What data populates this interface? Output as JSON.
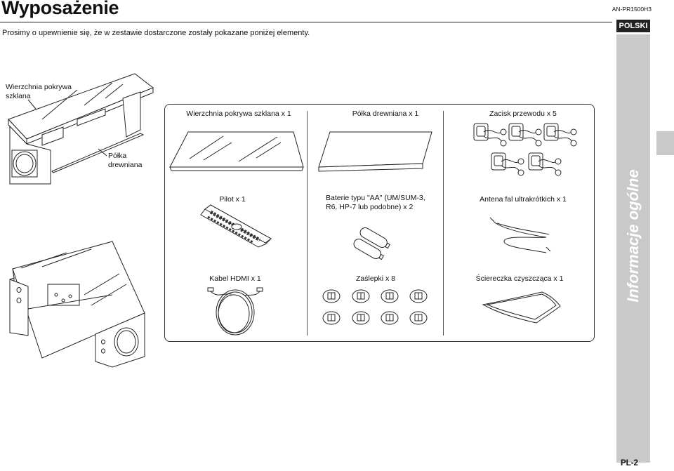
{
  "page": {
    "title": "Wyposażenie",
    "model": "AN-PR1500H3",
    "language_tab": "POLSKI",
    "intro": "Prosimy o upewnienie się, że w zestawie dostarczone zostały pokazane poniżej elementy.",
    "side_label": "Informacje ogólne",
    "page_number": "PL-2"
  },
  "callouts": {
    "glass_top": "Wierzchnia pokrywa szklana",
    "wood_shelf": "Półka drewniana"
  },
  "items": [
    {
      "label": "Wierzchnia pokrywa szklana x 1"
    },
    {
      "label": "Półka drewniana  x 1"
    },
    {
      "label": "Zacisk przewodu x 5"
    },
    {
      "label": "Pilot x 1"
    },
    {
      "label": "Baterie typu \"AA\" (UM/SUM-3, R6, HP-7 lub podobne) x 2"
    },
    {
      "label": "Antena fal ultrakrótkich x 1"
    },
    {
      "label": "Kabel HDMI x 1"
    },
    {
      "label": "Zaślepki x 8"
    },
    {
      "label": "Ściereczka czyszcząca x 1"
    }
  ]
}
